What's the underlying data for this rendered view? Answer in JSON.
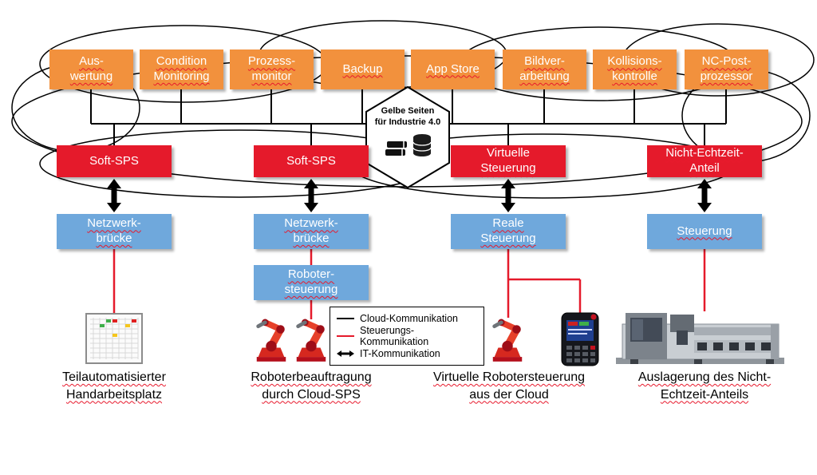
{
  "colors": {
    "service_box_orange": "#F2913D",
    "cloud_node_red": "#E51A2B",
    "local_node_blue": "#6FA8DC",
    "cloud_line_black": "#000000",
    "control_line_red": "#E51A2B"
  },
  "cloud": {
    "services": [
      {
        "label": "Aus-\nwertung"
      },
      {
        "label": "Condition\nMonitoring"
      },
      {
        "label": "Prozess-\nmonitor"
      },
      {
        "label": "Backup"
      },
      {
        "label": "App Store"
      },
      {
        "label": "Bildver-\narbeitung"
      },
      {
        "label": "Kollisions-\nkontrolle"
      },
      {
        "label": "NC-Post-\nprozessor"
      }
    ],
    "yellow_pages": {
      "label": "Gelbe Seiten\nfür Industrie 4.0"
    },
    "nodes": [
      {
        "label": "Soft-SPS"
      },
      {
        "label": "Soft-SPS"
      },
      {
        "label": "Virtuelle\nSteuerung"
      },
      {
        "label": "Nicht-Echtzeit-\nAnteil"
      }
    ]
  },
  "field": {
    "nodes": [
      {
        "label": "Netzwerk-\nbrücke"
      },
      {
        "label": "Netzwerk-\nbrücke"
      },
      {
        "label": "Reale\nSteuerung"
      },
      {
        "label": "Steuerung"
      }
    ],
    "robot_controller": {
      "label": "Roboter-\nsteuerung"
    }
  },
  "legend": {
    "items": [
      {
        "label": "Cloud-Kommunikation",
        "type": "black-line"
      },
      {
        "label": "Steuerungs-Kommunikation",
        "type": "red-line"
      },
      {
        "label": "IT-Kommunikation",
        "type": "double-arrow"
      }
    ]
  },
  "captions": [
    {
      "label": "Teilautomatisierter\nHandarbeitsplatz"
    },
    {
      "label": "Roboterbeauftragung\ndurch Cloud-SPS"
    },
    {
      "label": "Virtuelle Robotersteuerung\naus der Cloud"
    },
    {
      "label": "Auslagerung des Nicht-\nEchtzeit-Anteils"
    }
  ]
}
